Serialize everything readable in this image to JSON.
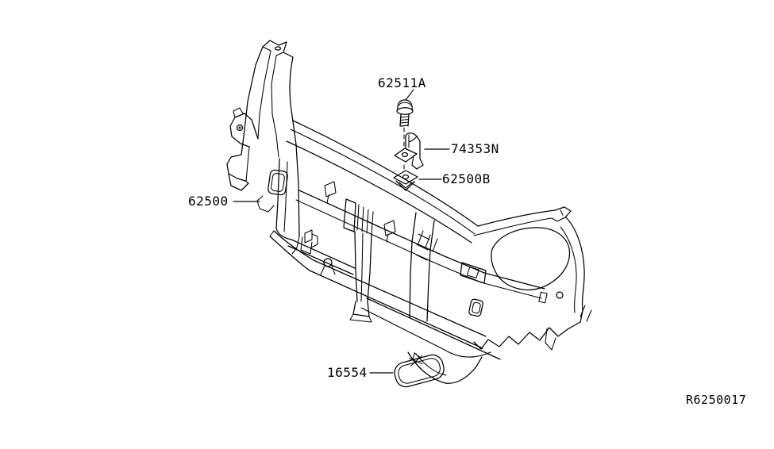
{
  "diagram": {
    "background_color": "#ffffff",
    "line_color": "#000000",
    "labels": {
      "bolt": "62511A",
      "bracket": "74353N",
      "clip": "62500B",
      "core_support": "62500",
      "air_duct": "16554"
    },
    "ref_code": "R6250017"
  }
}
